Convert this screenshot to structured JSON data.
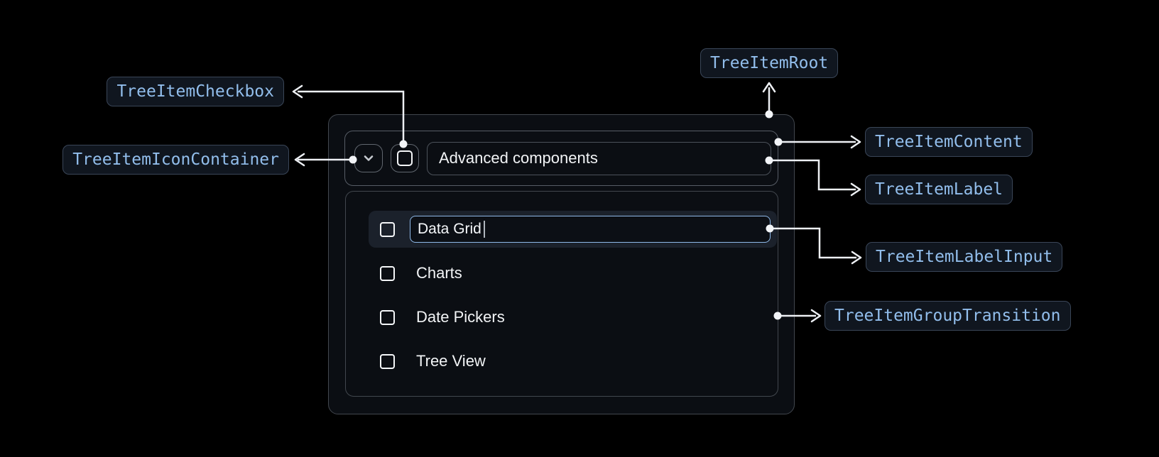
{
  "page": {
    "background": "#000000",
    "description_labels_font": "monospace-code-badges"
  },
  "badges": {
    "tree_item_checkbox": "TreeItemCheckbox",
    "tree_item_icon_container": "TreeItemIconContainer",
    "tree_item_root": "TreeItemRoot",
    "tree_item_content": "TreeItemContent",
    "tree_item_label": "TreeItemLabel",
    "tree_item_label_input": "TreeItemLabelInput",
    "tree_item_group_transition": "TreeItemGroupTransition"
  },
  "tree": {
    "parent": {
      "label": "Advanced components"
    },
    "items": [
      {
        "label": "Data Grid"
      },
      {
        "label": "Charts"
      },
      {
        "label": "Date Pickers"
      },
      {
        "label": "Tree View"
      }
    ]
  },
  "icons": {
    "expand": "chevron-down-icon",
    "checkbox": "checkbox-square-icon"
  },
  "colors": {
    "accent_input_border": "#8FB9E8",
    "badge_text": "#92BEEC",
    "badge_border": "#3A4658",
    "badge_background": "#10161F",
    "connector": "#EDF0F4",
    "selected_row_background": "#1B212B",
    "component_background": "#0B0E13",
    "border_gray": "#42474E",
    "text_primary": "#F2F4F6"
  }
}
